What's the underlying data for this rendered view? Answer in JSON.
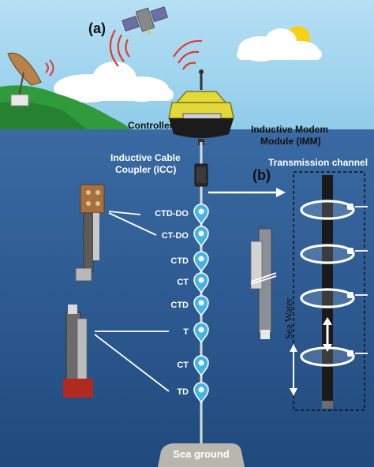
{
  "panels": {
    "a": "(a)",
    "b": "(b)"
  },
  "labels": {
    "controller": "Controller",
    "imm_line1": "Inductive Modem",
    "imm_line2": "Module (IMM)",
    "icc_line1": "Inductive Cable",
    "icc_line2": "Coupler (ICC)",
    "transmission_channel": "Transmission channel",
    "sea_water": "Sea Water",
    "sea_ground": "Sea ground"
  },
  "sensors": [
    "CTD-DO",
    "CT-DO",
    "CTD",
    "CT",
    "CTD",
    "T",
    "CT",
    "TD"
  ],
  "colors": {
    "sky": "#9fd3ee",
    "sea": "#2d5c93",
    "buoy_yellow": "#e3d83a",
    "sensor_node": "#46b3e6",
    "seabed": "#b9b6ae"
  }
}
